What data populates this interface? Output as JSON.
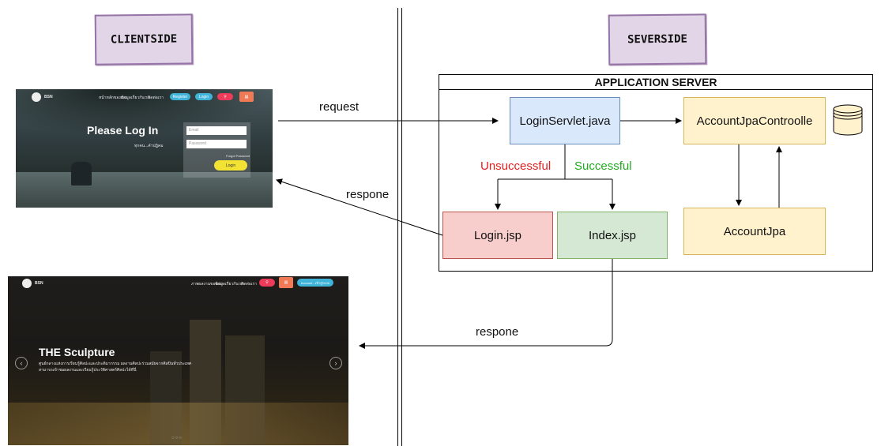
{
  "headers": {
    "client": "CLIENTSIDE",
    "server": "SEVERSIDE"
  },
  "app_server": {
    "title": "APPLICATION SERVER"
  },
  "nodes": {
    "login_servlet": "LoginServlet.java",
    "controller": "AccountJpaControolle",
    "account_jpa": "AccountJpa",
    "login_jsp": "Login.jsp",
    "index_jsp": "Index.jsp"
  },
  "edges": {
    "request": "request",
    "respone_login": "respone",
    "respone_index": "respone",
    "unsuccessful": "Unsuccessful",
    "successful": "Successful"
  },
  "colors": {
    "servlet_fill": "#dae8fc",
    "servlet_stroke": "#6c8ebf",
    "jpa_fill": "#fff2cc",
    "jpa_stroke": "#d6b656",
    "login_fill": "#f8cecc",
    "login_stroke": "#b85450",
    "index_fill": "#d5e8d4",
    "index_stroke": "#82b366",
    "unsuccessful_text": "#e02020",
    "successful_text": "#22aa22"
  },
  "login_screenshot": {
    "heading": "Please Log In",
    "subheading": "ทุกคน...คำปฏิคม",
    "email_placeholder": "Email",
    "password_placeholder": "Password",
    "forgot": "Forgot Password",
    "login_button": "Login",
    "brand": "BSN",
    "nav": [
      "หน้าหลักของเรา",
      "ข้อมูลเกี่ยวกับเรา",
      "ติดต่อเรา"
    ],
    "signup_pill": "Register",
    "login_pill": "Login"
  },
  "index_screenshot": {
    "heading": "THE Sculpture",
    "caption_line1": "ศูนย์กลางแห่งการเรียนรู้ศิลปะและประติมากรรม ผลงานศิลปะร่วมสมัยจากศิลปินทั่วประเทศ",
    "caption_line2": "สามารถเข้าชมผลงานและเรียนรู้ประวัติศาสตร์ศิลปะได้ที่นี่",
    "brand": "BSN",
    "nav": [
      "ภาพผลงานของเรา",
      "ข้อมูลเกี่ยวกับเรา",
      "ติดต่อเรา"
    ],
    "account_pill": "Account - เข้าสู่ระบบ"
  }
}
